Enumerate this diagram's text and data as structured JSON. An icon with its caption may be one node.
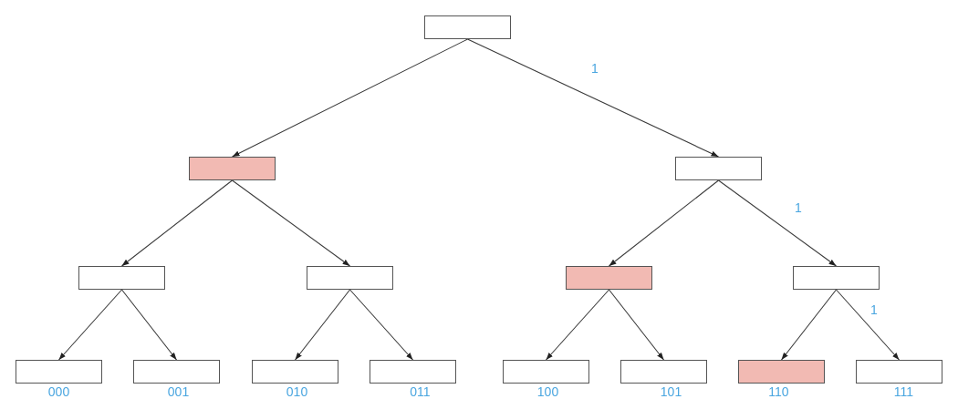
{
  "diagram": {
    "nodes": [
      {
        "text": [],
        "shape": "box"
      },
      {
        "text": [],
        "shape": "box"
      },
      {
        "text": [],
        "shape": "box"
      },
      {
        "text": [],
        "shape": "box"
      },
      {
        "text": [],
        "shape": "box"
      },
      {
        "text": [],
        "shape": "box"
      },
      {
        "text": [],
        "shape": "box"
      },
      {
        "text": [],
        "shape": "box",
        "beside": [
          "000"
        ]
      },
      {
        "text": [],
        "shape": "box",
        "beside": [
          "001"
        ]
      },
      {
        "text": [],
        "shape": "box",
        "beside": [
          "010"
        ]
      },
      {
        "text": [],
        "shape": "box",
        "beside": [
          "011"
        ]
      },
      {
        "text": [],
        "shape": "box",
        "beside": [
          "100"
        ]
      },
      {
        "text": [],
        "shape": "box",
        "beside": [
          "101"
        ]
      },
      {
        "text": [],
        "shape": "box",
        "beside": [
          "110"
        ]
      },
      {
        "text": [],
        "shape": "box",
        "beside": [
          "111"
        ]
      }
    ],
    "edges": [
      {
        "from": 0,
        "to": 1,
        "arrow": "to"
      },
      {
        "from": 0,
        "to": 2,
        "arrow": "to",
        "label": "1"
      },
      {
        "from": 1,
        "to": 3,
        "arrow": "to"
      },
      {
        "from": 1,
        "to": 4,
        "arrow": "to"
      },
      {
        "from": 2,
        "to": 5,
        "arrow": "to"
      },
      {
        "from": 2,
        "to": 6,
        "arrow": "to",
        "label": "1"
      },
      {
        "from": 3,
        "to": 7,
        "arrow": "to"
      },
      {
        "from": 3,
        "to": 8,
        "arrow": "to"
      },
      {
        "from": 4,
        "to": 9,
        "arrow": "to"
      },
      {
        "from": 4,
        "to": 10,
        "arrow": "to"
      },
      {
        "from": 5,
        "to": 11,
        "arrow": "to"
      },
      {
        "from": 5,
        "to": 12,
        "arrow": "to"
      },
      {
        "from": 6,
        "to": 13,
        "arrow": "to"
      },
      {
        "from": 6,
        "to": 14,
        "arrow": "to",
        "label": "1"
      }
    ]
  }
}
